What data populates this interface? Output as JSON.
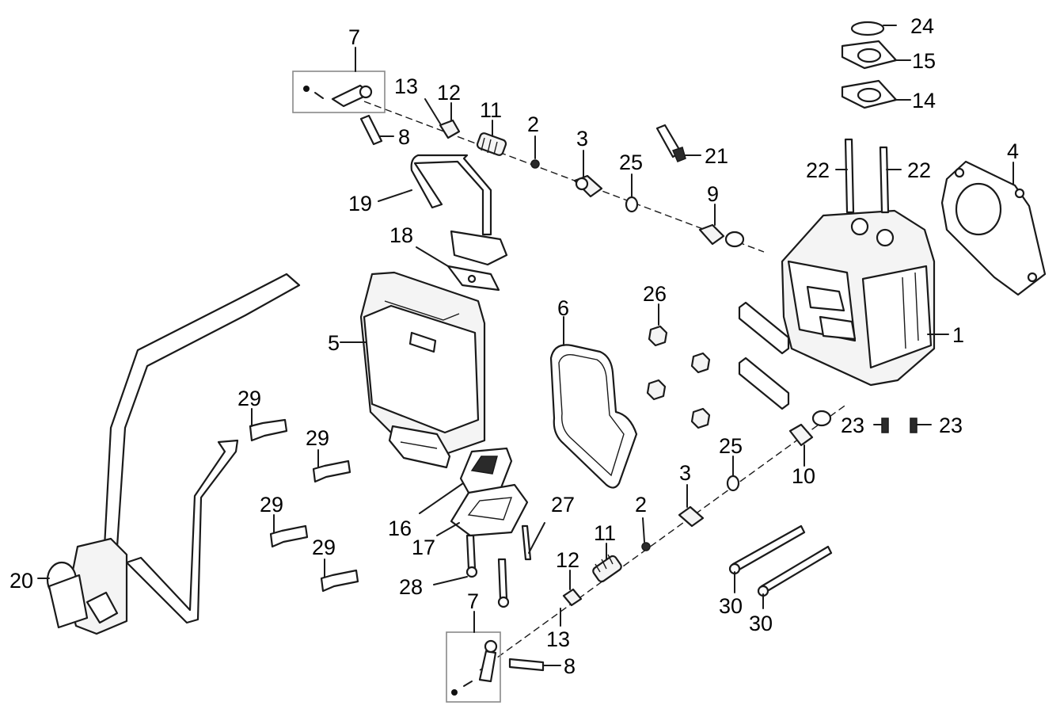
{
  "callouts": {
    "c1": "1",
    "c2a": "2",
    "c2b": "2",
    "c3a": "3",
    "c3b": "3",
    "c4": "4",
    "c5": "5",
    "c6": "6",
    "c7a": "7",
    "c7b": "7",
    "c8a": "8",
    "c8b": "8",
    "c9": "9",
    "c10": "10",
    "c11a": "11",
    "c11b": "11",
    "c12a": "12",
    "c12b": "12",
    "c13a": "13",
    "c13b": "13",
    "c14": "14",
    "c15": "15",
    "c16": "16",
    "c17": "17",
    "c18": "18",
    "c19": "19",
    "c20": "20",
    "c21": "21",
    "c22a": "22",
    "c22b": "22",
    "c23a": "23",
    "c23b": "23",
    "c24": "24",
    "c25a": "25",
    "c25b": "25",
    "c26": "26",
    "c27": "27",
    "c28": "28",
    "c29a": "29",
    "c29b": "29",
    "c29c": "29",
    "c29d": "29",
    "c30a": "30",
    "c30b": "30"
  }
}
